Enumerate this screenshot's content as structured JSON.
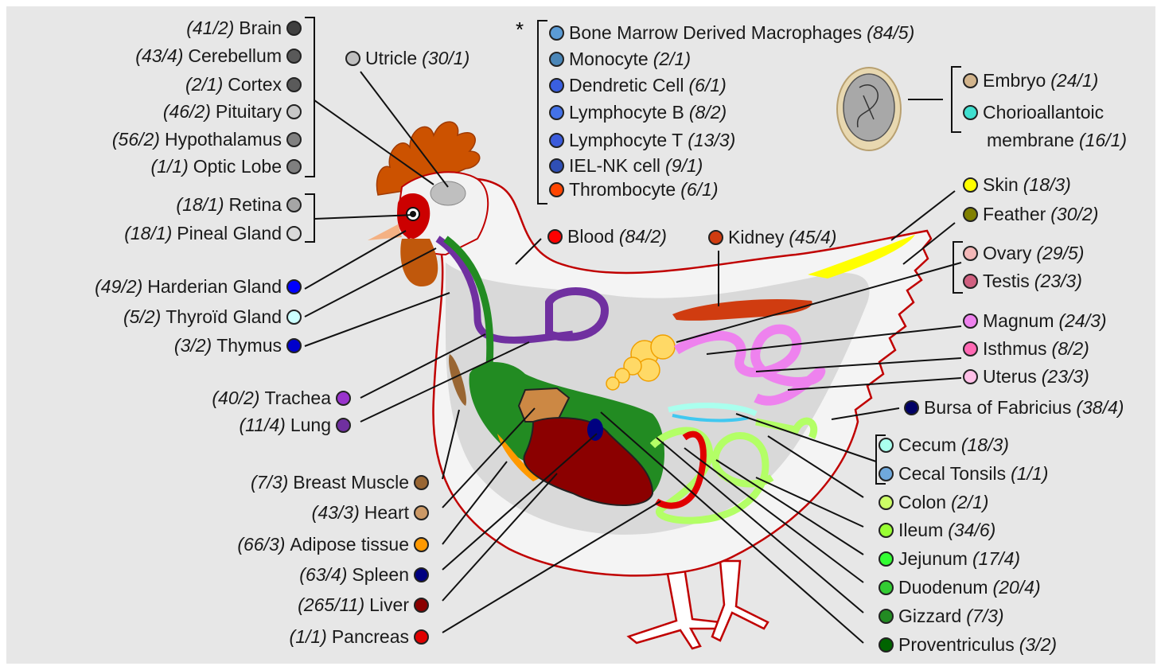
{
  "labels_left_brain": [
    {
      "name": "Brain",
      "count": "(41/2)",
      "color": "#404040"
    },
    {
      "name": "Cerebellum",
      "count": "(43/4)",
      "color": "#595959"
    },
    {
      "name": "Cortex",
      "count": "(2/1)",
      "color": "#5a5a5a"
    },
    {
      "name": "Pituitary",
      "count": "(46/2)",
      "color": "#c8c8c8"
    },
    {
      "name": "Hypothalamus",
      "count": "(56/2)",
      "color": "#808080"
    },
    {
      "name": "Optic Lobe",
      "count": "(1/1)",
      "color": "#7f7f7f"
    }
  ],
  "labels_left_eye": [
    {
      "name": "Retina",
      "count": "(18/1)",
      "color": "#a6a6a6"
    },
    {
      "name": "Pineal Gland",
      "count": "(18/1)",
      "color": "#d9d9d9"
    }
  ],
  "labels_left_glands": [
    {
      "name": "Harderian Gland",
      "count": "(49/2)",
      "color": "#0000ff"
    },
    {
      "name": "Thyroïd Gland",
      "count": "(5/2)",
      "color": "#ccffff"
    },
    {
      "name": "Thymus",
      "count": "(3/2)",
      "color": "#0000cc"
    }
  ],
  "labels_left_resp": [
    {
      "name": "Trachea",
      "count": "(40/2)",
      "color": "#9933cc"
    },
    {
      "name": "Lung",
      "count": "(11/4)",
      "color": "#7030a0"
    }
  ],
  "labels_left_bottom": [
    {
      "name": "Breast Muscle",
      "count": "(7/3)",
      "color": "#996633"
    },
    {
      "name": "Heart",
      "count": "(43/3)",
      "color": "#cc9966"
    },
    {
      "name": "Adipose tissue",
      "count": "(66/3)",
      "color": "#ff9900"
    },
    {
      "name": "Spleen",
      "count": "(63/4)",
      "color": "#000080"
    },
    {
      "name": "Liver",
      "count": "(265/11)",
      "color": "#8b0000"
    },
    {
      "name": "Pancreas",
      "count": "(1/1)",
      "color": "#e00000"
    }
  ],
  "utricle": {
    "name": "Utricle",
    "count": "(30/1)",
    "color": "#bfbfbf"
  },
  "star": "*",
  "labels_immune": [
    {
      "name": "Bone Marrow Derived Macrophages",
      "count": "(84/5)",
      "color": "#5b9bd5"
    },
    {
      "name": "Monocyte",
      "count": "(2/1)",
      "color": "#4a86b8"
    },
    {
      "name": "Dendretic Cell",
      "count": "(6/1)",
      "color": "#3a5fe0"
    },
    {
      "name": "Lymphocyte B",
      "count": "(8/2)",
      "color": "#4472e8"
    },
    {
      "name": "Lymphocyte T",
      "count": "(13/3)",
      "color": "#3b5bdb"
    },
    {
      "name": "IEL-NK cell",
      "count": "(9/1)",
      "color": "#2f4fb5"
    },
    {
      "name": "Thrombocyte",
      "count": "(6/1)",
      "color": "#ff4500"
    }
  ],
  "blood": {
    "name": "Blood",
    "count": "(84/2)",
    "color": "#ff0000"
  },
  "kidney": {
    "name": "Kidney",
    "count": "(45/4)",
    "color": "#d03c10"
  },
  "labels_egg": [
    {
      "name": "Embryo",
      "count": "(24/1)",
      "color": "#d2b48c"
    },
    {
      "name": "Chorioallantoic",
      "count": "",
      "color": "#40e0d0"
    },
    {
      "name": "membrane",
      "count": "(16/1)",
      "color": ""
    }
  ],
  "labels_right_skin": [
    {
      "name": "Skin",
      "count": "(18/3)",
      "color": "#ffff00"
    },
    {
      "name": "Feather",
      "count": "(30/2)",
      "color": "#808000"
    }
  ],
  "labels_right_gonad": [
    {
      "name": "Ovary",
      "count": "(29/5)",
      "color": "#f4b8b8"
    },
    {
      "name": "Testis",
      "count": "(23/3)",
      "color": "#d06080"
    }
  ],
  "labels_right_oviduct": [
    {
      "name": "Magnum",
      "count": "(24/3)",
      "color": "#ee82ee"
    },
    {
      "name": "Isthmus",
      "count": "(8/2)",
      "color": "#ff69b4"
    },
    {
      "name": "Uterus",
      "count": "(23/3)",
      "color": "#ffc0e8"
    }
  ],
  "bursa": {
    "name": "Bursa of Fabricius",
    "count": "(38/4)",
    "color": "#000066"
  },
  "labels_right_cecum": [
    {
      "name": "Cecum",
      "count": "(18/3)",
      "color": "#aaffee"
    },
    {
      "name": "Cecal Tonsils",
      "count": "(1/1)",
      "color": "#6fa8dc"
    }
  ],
  "labels_right_gut": [
    {
      "name": "Colon",
      "count": "(2/1)",
      "color": "#ccff66"
    },
    {
      "name": "Ileum",
      "count": "(34/6)",
      "color": "#99ff33"
    },
    {
      "name": "Jejunum",
      "count": "(17/4)",
      "color": "#33ff33"
    },
    {
      "name": "Duodenum",
      "count": "(20/4)",
      "color": "#33cc33"
    },
    {
      "name": "Gizzard",
      "count": "(7/3)",
      "color": "#228b22"
    },
    {
      "name": "Proventriculus",
      "count": "(3/2)",
      "color": "#006400"
    }
  ]
}
